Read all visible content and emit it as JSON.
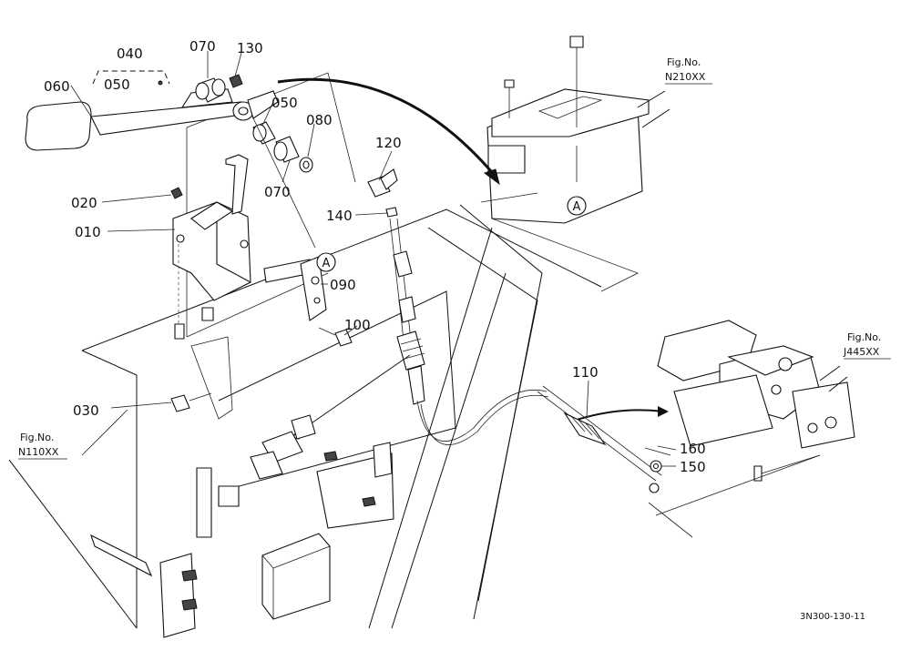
{
  "parts": [
    {
      "id": "p040",
      "label": "040"
    },
    {
      "id": "p050a",
      "label": "050"
    },
    {
      "id": "p060",
      "label": "060"
    },
    {
      "id": "p070a",
      "label": "070"
    },
    {
      "id": "p130",
      "label": "130"
    },
    {
      "id": "p050b",
      "label": "050"
    },
    {
      "id": "p080",
      "label": "080"
    },
    {
      "id": "p070b",
      "label": "070"
    },
    {
      "id": "p020",
      "label": "020"
    },
    {
      "id": "p010",
      "label": "010"
    },
    {
      "id": "p090",
      "label": "090"
    },
    {
      "id": "p100",
      "label": "100"
    },
    {
      "id": "p030",
      "label": "030"
    },
    {
      "id": "p120",
      "label": "120"
    },
    {
      "id": "p140",
      "label": "140"
    },
    {
      "id": "p110",
      "label": "110"
    },
    {
      "id": "p160",
      "label": "160"
    },
    {
      "id": "p150",
      "label": "150"
    }
  ],
  "ref_marks": {
    "a1": "A",
    "a2": "A"
  },
  "figure_refs": {
    "n210": {
      "line1": "Fig.No.",
      "line2": "N210XX"
    },
    "j445": {
      "line1": "Fig.No.",
      "line2": "J445XX"
    },
    "n110": {
      "line1": "Fig.No.",
      "line2": "N110XX"
    }
  },
  "drawing_code": "3N300-130-11"
}
